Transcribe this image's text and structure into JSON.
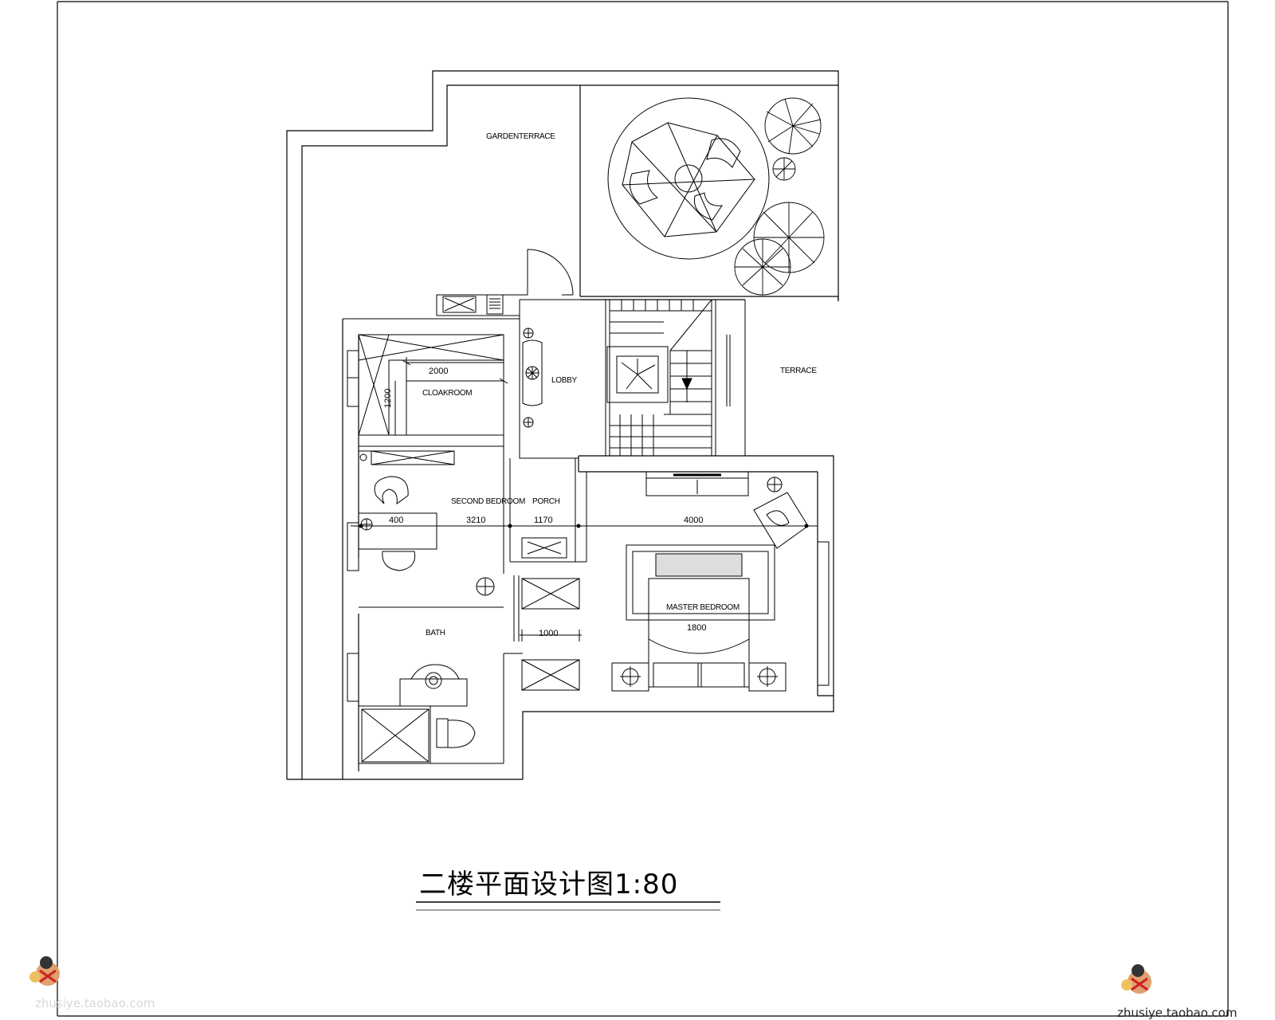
{
  "drawing": {
    "title": "二楼平面设计图1:80",
    "rooms": {
      "garden_terrace": "GARDENTERRACE",
      "terrace": "TERRACE",
      "lobby": "LOBBY",
      "cloakroom": "CLOAKROOM",
      "second_bedroom": "SECOND BEDROOM",
      "porch": "PORCH",
      "master_bedroom": "MASTER BEDROOM",
      "bath": "BATH"
    },
    "dimensions": {
      "cloak_width": "2000",
      "cloak_depth": "1200",
      "desk": "400",
      "d_bed2": "3210",
      "d_porch": "1170",
      "d_master": "4000",
      "d_bed_width": "1800",
      "d_closet": "1000"
    }
  },
  "watermark": {
    "url": "zhusiye.taobao.com",
    "url_faint": "zhusiye.taobao.com"
  },
  "colors": {
    "line": "#000000",
    "background": "#ffffff"
  }
}
